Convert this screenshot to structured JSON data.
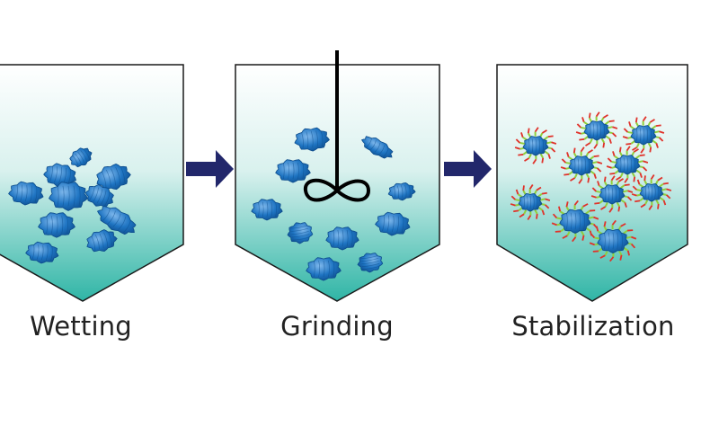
{
  "diagram": {
    "steps": [
      {
        "label": "Wetting"
      },
      {
        "label": "Grinding"
      },
      {
        "label": "Stabilization"
      }
    ],
    "colors": {
      "vessel_top": "#ffffff",
      "vessel_bottom": "#2fb5a6",
      "vessel_stroke": "#1a1a1a",
      "particle_fill": "#1e74c2",
      "particle_dark": "#0d4c8c",
      "particle_light": "#7fb8ec",
      "arrow": "#22276b",
      "stabilizer_green": "#8fcf3c",
      "stabilizer_red": "#e0322a",
      "stirrer": "#000000"
    },
    "icons": {
      "arrow": "right-arrow-icon",
      "stirrer": "impeller-icon"
    }
  }
}
